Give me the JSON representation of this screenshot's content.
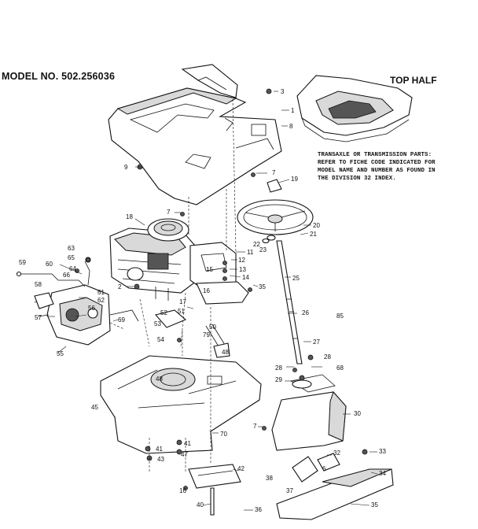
{
  "header": {
    "model": "MODEL NO. 502.256036",
    "section": "TOP HALF"
  },
  "note": {
    "lines": [
      "TRANSAXLE OR TRANSMISSION PARTS:",
      "REFER TO FICHE CODE INDICATED FOR",
      "MODEL NAME AND NUMBER AS FOUND IN",
      "THE DIVISION 32 INDEX."
    ]
  },
  "callouts": [
    {
      "id": "c3",
      "label": "3"
    },
    {
      "id": "c9",
      "label": "9"
    },
    {
      "id": "c1",
      "label": "1"
    },
    {
      "id": "c8",
      "label": "8"
    },
    {
      "id": "c7a",
      "label": "7"
    },
    {
      "id": "c19",
      "label": "19"
    },
    {
      "id": "c7b",
      "label": "7"
    },
    {
      "id": "c18",
      "label": "18"
    },
    {
      "id": "c20",
      "label": "20"
    },
    {
      "id": "c21",
      "label": "21"
    },
    {
      "id": "c22",
      "label": "22"
    },
    {
      "id": "c23",
      "label": "23"
    },
    {
      "id": "c11",
      "label": "11"
    },
    {
      "id": "c12",
      "label": "12"
    },
    {
      "id": "c13",
      "label": "13"
    },
    {
      "id": "c14",
      "label": "14"
    },
    {
      "id": "c15",
      "label": "15"
    },
    {
      "id": "c35a",
      "label": "35"
    },
    {
      "id": "c25",
      "label": "25"
    },
    {
      "id": "c16",
      "label": "16"
    },
    {
      "id": "c17",
      "label": "17"
    },
    {
      "id": "c2",
      "label": "2"
    },
    {
      "id": "c63",
      "label": "63"
    },
    {
      "id": "c65",
      "label": "65"
    },
    {
      "id": "c59",
      "label": "59"
    },
    {
      "id": "c60",
      "label": "60"
    },
    {
      "id": "c66",
      "label": "66"
    },
    {
      "id": "c64",
      "label": "64"
    },
    {
      "id": "c58",
      "label": "58"
    },
    {
      "id": "c61",
      "label": "61"
    },
    {
      "id": "c62",
      "label": "62"
    },
    {
      "id": "c56",
      "label": "56"
    },
    {
      "id": "c57",
      "label": "57"
    },
    {
      "id": "c69",
      "label": "69"
    },
    {
      "id": "c55",
      "label": "55"
    },
    {
      "id": "c52",
      "label": "52"
    },
    {
      "id": "c51",
      "label": "51"
    },
    {
      "id": "c53",
      "label": "53"
    },
    {
      "id": "c50",
      "label": "50"
    },
    {
      "id": "c79",
      "label": "79"
    },
    {
      "id": "c54",
      "label": "54"
    },
    {
      "id": "c48a",
      "label": "48"
    },
    {
      "id": "c26",
      "label": "26"
    },
    {
      "id": "c85",
      "label": "85"
    },
    {
      "id": "c27",
      "label": "27"
    },
    {
      "id": "c28a",
      "label": "28"
    },
    {
      "id": "c28b",
      "label": "28"
    },
    {
      "id": "c68",
      "label": "68"
    },
    {
      "id": "c29",
      "label": "29"
    },
    {
      "id": "c48b",
      "label": "48"
    },
    {
      "id": "c45",
      "label": "45"
    },
    {
      "id": "c30",
      "label": "30"
    },
    {
      "id": "c7c",
      "label": "7"
    },
    {
      "id": "c70",
      "label": "70"
    },
    {
      "id": "c41a",
      "label": "41"
    },
    {
      "id": "c43",
      "label": "43"
    },
    {
      "id": "c41b",
      "label": "41"
    },
    {
      "id": "c47",
      "label": "47"
    },
    {
      "id": "c32",
      "label": "32"
    },
    {
      "id": "c33",
      "label": "33"
    },
    {
      "id": "c42",
      "label": "42"
    },
    {
      "id": "c6",
      "label": "6"
    },
    {
      "id": "c34",
      "label": "34"
    },
    {
      "id": "c38",
      "label": "38"
    },
    {
      "id": "c37",
      "label": "37"
    },
    {
      "id": "c16b",
      "label": "16"
    },
    {
      "id": "c40",
      "label": "40"
    },
    {
      "id": "c36",
      "label": "36"
    },
    {
      "id": "c35b",
      "label": "35"
    }
  ]
}
